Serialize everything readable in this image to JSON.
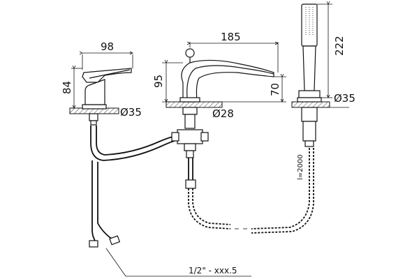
{
  "dimensions": {
    "mixer_width": "98",
    "mixer_height": "84",
    "mixer_diameter": "Ø35",
    "spout_length": "185",
    "spout_height_left": "95",
    "spout_height_right": "70",
    "spout_diameter": "Ø28",
    "shower_height": "222",
    "shower_diameter": "Ø35",
    "hose_length": "l=2000"
  },
  "connection_label": "1/2\" - xxx.5"
}
